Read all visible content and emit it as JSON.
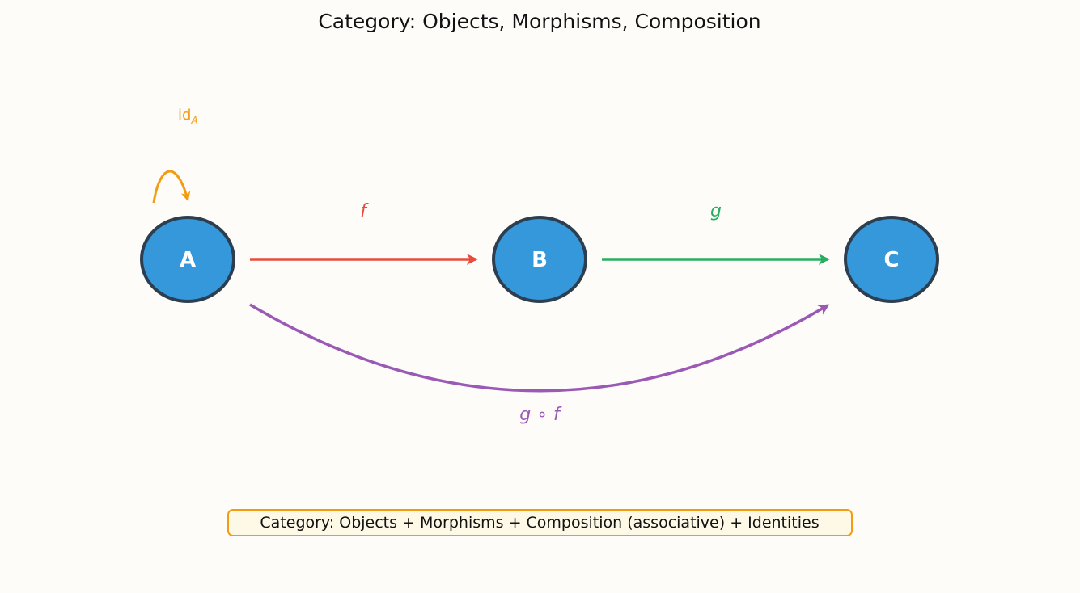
{
  "title": "Category: Objects, Morphisms, Composition",
  "objects": [
    {
      "id": "A",
      "label": "A"
    },
    {
      "id": "B",
      "label": "B"
    },
    {
      "id": "C",
      "label": "C"
    }
  ],
  "morphisms": {
    "f": {
      "label": "f",
      "from": "A",
      "to": "B"
    },
    "g": {
      "label": "g",
      "from": "B",
      "to": "C"
    },
    "gf": {
      "label": "g ∘ f",
      "from": "A",
      "to": "C"
    },
    "idA": {
      "label": "id",
      "subscript": "A",
      "from": "A",
      "to": "A"
    }
  },
  "summary": "Category: Objects + Morphisms + Composition (associative) + Identities",
  "colors": {
    "background": "#fdfcf8",
    "node_fill": "#3498db",
    "node_stroke": "#2c3e50",
    "f": "#e74c3c",
    "g": "#27ae60",
    "gf": "#9b59b6",
    "identity": "#f39c12",
    "summary_fill": "#fef9e7",
    "summary_stroke": "#f39c12"
  }
}
